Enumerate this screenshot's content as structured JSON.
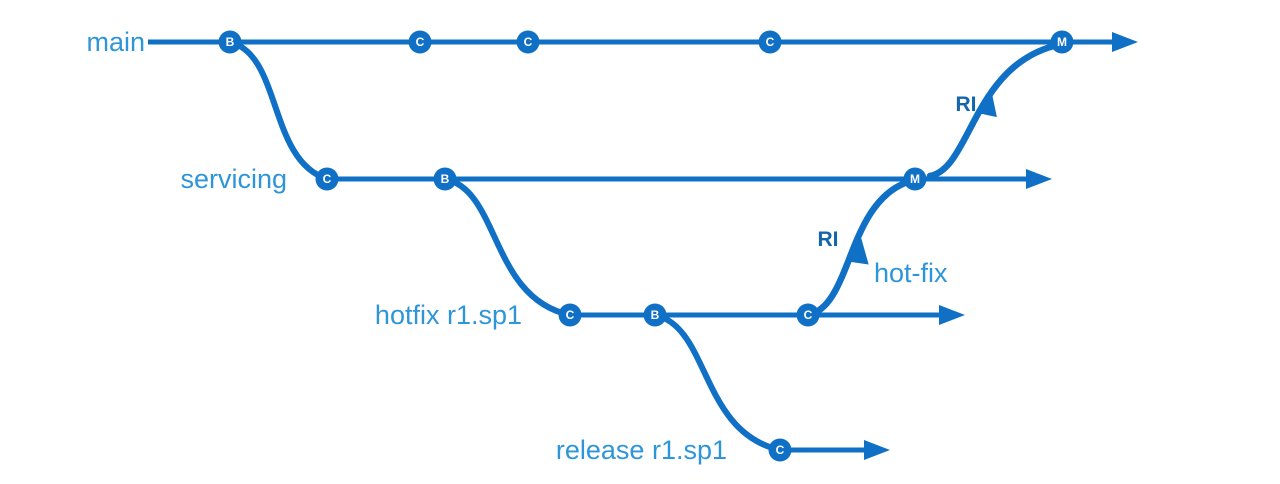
{
  "colors": {
    "line": "#0f70c5",
    "node_fill": "#0f70c5",
    "node_letter": "#ffffff",
    "branch_label": "#2e96d8",
    "ri_label": "#1565ad"
  },
  "branches": [
    {
      "label": "main",
      "nodes": [
        {
          "letter": "B"
        },
        {
          "letter": "C"
        },
        {
          "letter": "C"
        },
        {
          "letter": "C"
        },
        {
          "letter": "M"
        }
      ]
    },
    {
      "label": "servicing",
      "nodes": [
        {
          "letter": "C"
        },
        {
          "letter": "B"
        },
        {
          "letter": "M"
        }
      ]
    },
    {
      "label": "hotfix r1.sp1",
      "nodes": [
        {
          "letter": "C"
        },
        {
          "letter": "B"
        },
        {
          "letter": "C"
        }
      ]
    },
    {
      "label": "release r1.sp1",
      "nodes": [
        {
          "letter": "C"
        }
      ]
    }
  ],
  "annotations": {
    "ri_to_main": "RI",
    "ri_to_servicing": "RI",
    "hotfix_arrow_label": "hot-fix"
  }
}
